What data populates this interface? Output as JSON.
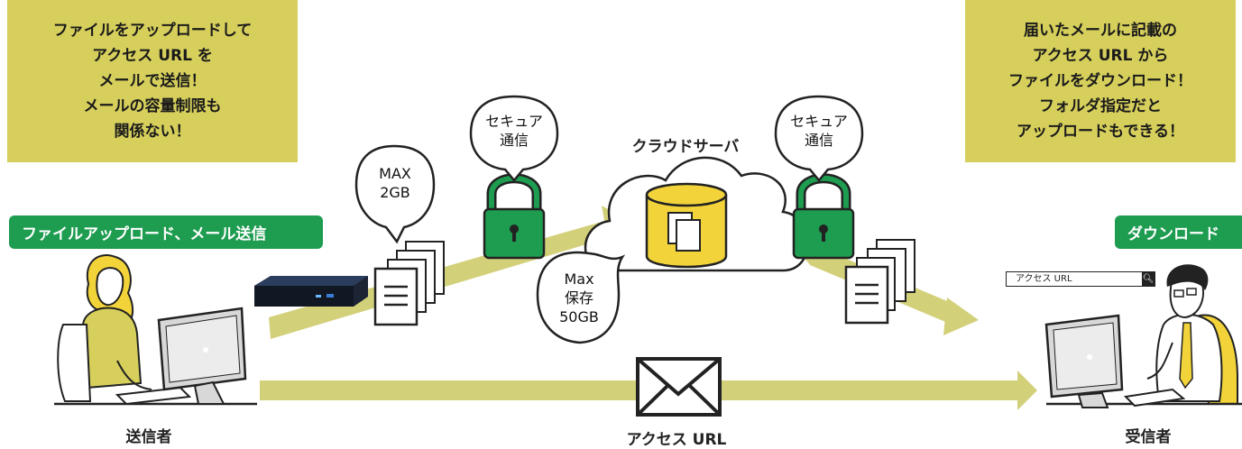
{
  "left_note": {
    "lines": [
      "ファイルをアップロードして",
      "アクセス URL を",
      "メールで送信！",
      "メールの容量制限も",
      "関係ない！"
    ]
  },
  "right_note": {
    "lines": [
      "届いたメールに記載の",
      "アクセス URL から",
      "ファイルをダウンロード！",
      "フォルダ指定だと",
      "アップロードもできる！"
    ]
  },
  "upload_pill": "ファイルアップロード、メール送信",
  "download_pill": "ダウンロード",
  "bubbles": {
    "secure_left": [
      "セキュア",
      "通信"
    ],
    "secure_right": [
      "セキュア",
      "通信"
    ],
    "max_size": [
      "MAX",
      "2GB"
    ],
    "max_storage": [
      "Max",
      "保存",
      "50GB"
    ]
  },
  "cloud_label": "クラウドサーバ",
  "search_text": "アクセス URL",
  "sender_label": "送信者",
  "receiver_label": "受信者",
  "mail_label": "アクセス URL",
  "colors": {
    "arrow": "#d3d07a",
    "note_bg": "#d6cf5c",
    "pill_bg": "#1e9c50",
    "lock": "#1e9c50",
    "db": "#f2d43a"
  }
}
